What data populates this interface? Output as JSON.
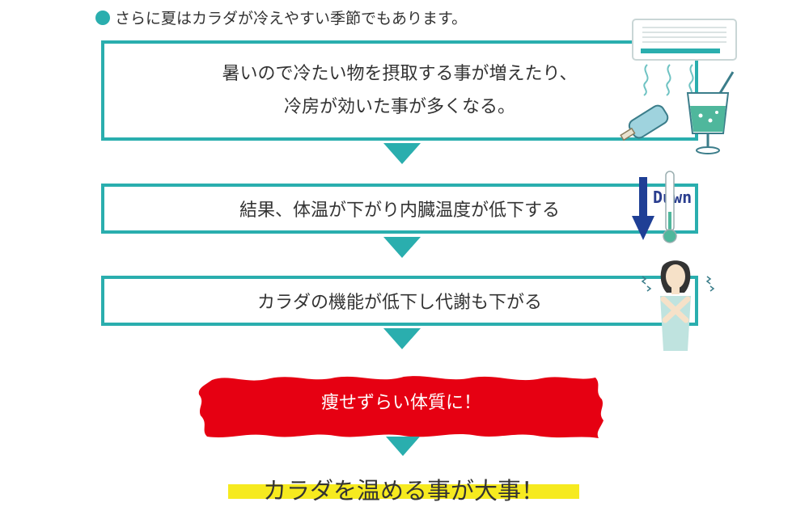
{
  "intro": "さらに夏はカラダが冷えやすい季節でもあります。",
  "box1": {
    "line1": "暑いので冷たい物を摂取する事が増えたり、",
    "line2": "冷房が効いた事が多くなる。"
  },
  "box2": {
    "text": "結果、体温が下がり内臓温度が低下する"
  },
  "box3": {
    "text": "カラダの機能が低下し代謝も下がる"
  },
  "result": {
    "text": "痩せずらい体質に！"
  },
  "conclusion": {
    "text": "カラダを温める事が大事！"
  },
  "down_label": "Duwn",
  "colors": {
    "teal": "#2aaeae",
    "red": "#e60012",
    "yellow": "#f6ea1f",
    "navy": "#1f3f95"
  },
  "illustrations": [
    "air-conditioner",
    "popsicle",
    "iced-drink",
    "thermometer",
    "cold-woman"
  ]
}
